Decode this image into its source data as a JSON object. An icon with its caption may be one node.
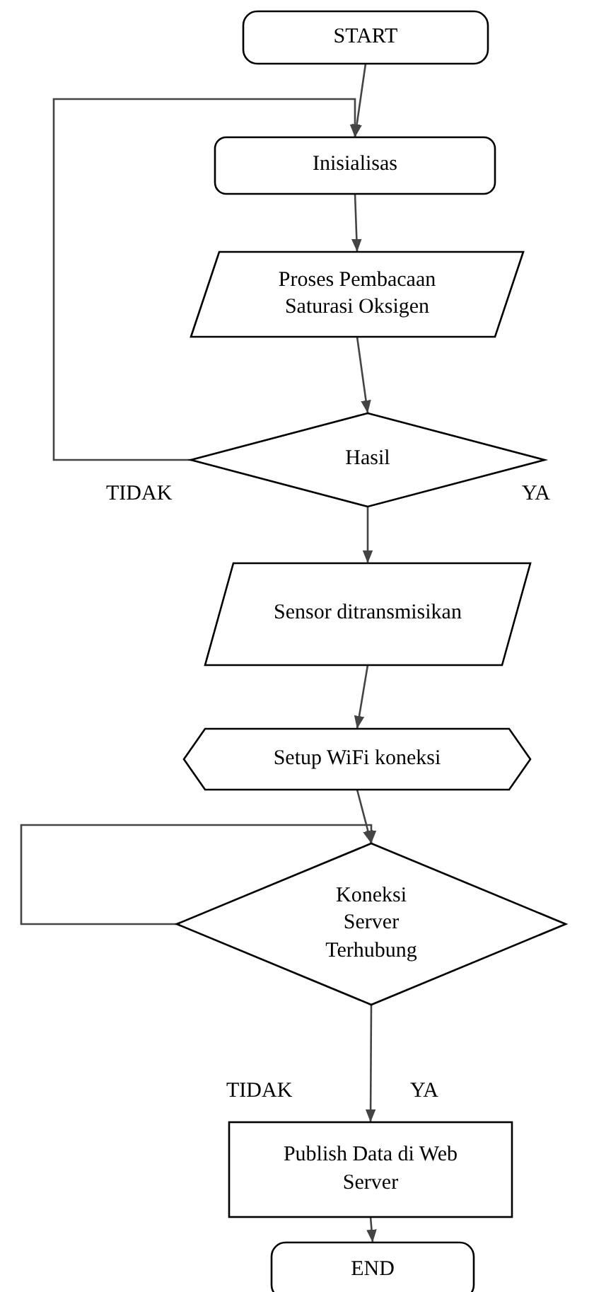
{
  "diagram": {
    "nodes": [
      {
        "text": [
          "START"
        ]
      },
      {
        "text": [
          "Inisialisas"
        ]
      },
      {
        "text": [
          "Proses Pembacaan Saturasi Oksigen"
        ]
      },
      {
        "text": [
          "Hasil"
        ]
      },
      {
        "text": [
          "Sensor ditransmisikan"
        ]
      },
      {
        "text": [
          "Setup WiFi koneksi"
        ]
      },
      {
        "text": [
          "Koneksi Server Terhubung"
        ]
      },
      {
        "text": [
          "Publish Data di Web Server"
        ]
      },
      {
        "text": [
          "END"
        ]
      }
    ],
    "edges": [
      {
        "from": 0,
        "to": 1,
        "arrow": "to"
      },
      {
        "from": 1,
        "to": 2,
        "arrow": "to"
      },
      {
        "from": 2,
        "to": 3,
        "arrow": "to"
      },
      {
        "from": 3,
        "to": 1,
        "arrow": "to"
      },
      {
        "from": 3,
        "to": 4,
        "arrow": "to"
      },
      {
        "from": 4,
        "to": 5,
        "arrow": "to"
      },
      {
        "from": 5,
        "to": 6,
        "arrow": "to"
      },
      {
        "from": 6,
        "to": 6,
        "arrow": "to"
      },
      {
        "from": 6,
        "to": 7,
        "arrow": "to"
      },
      {
        "from": 7,
        "to": 8,
        "arrow": "to"
      }
    ],
    "labels": [
      "TIDAK",
      "YA",
      "TIDAK",
      "YA"
    ]
  }
}
